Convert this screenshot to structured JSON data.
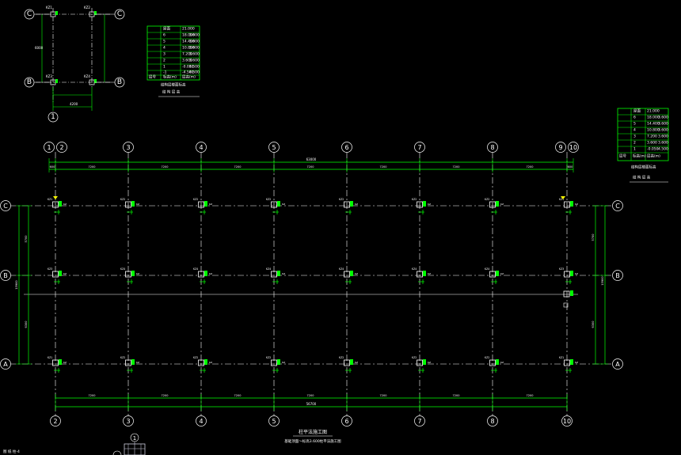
{
  "drawing": {
    "plan_title": "柱平法施工图",
    "plan_subtitle": "基础顶面～标高3.600柱平法施工图",
    "corner_note": "图 纸 柱-4"
  },
  "axes": {
    "top_numbers": [
      "1",
      "2",
      "3",
      "4",
      "5",
      "6",
      "7",
      "8",
      "9",
      "10"
    ],
    "bottom_numbers": [
      "2",
      "3",
      "4",
      "5",
      "6",
      "7",
      "8",
      "10"
    ],
    "rows": [
      "C",
      "B",
      "A"
    ]
  },
  "dims": {
    "top_total": "63000",
    "bottom_total": "56700",
    "top_spans": [
      "600",
      "7200",
      "7200",
      "7200",
      "7200",
      "7200",
      "7200",
      "7200",
      "600"
    ],
    "bottom_spans": [
      "7200",
      "7200",
      "7200",
      "7200",
      "7200",
      "7200",
      "7200"
    ],
    "left_upper": "5700",
    "left_lower": "6300",
    "left_total": "15900",
    "right_upper": "5700",
    "right_total": "15900"
  },
  "detail": {
    "col_labels": [
      "KZ1",
      "KZ2",
      "KZ3",
      "KZ4"
    ],
    "dim_left": "6000",
    "dim_bottom": "4200",
    "axis_top_left": "C",
    "axis_top_right": "C",
    "axis_bottom_left": "B",
    "axis_bottom_right": "B",
    "axis_number": "1"
  },
  "table_left": {
    "header": [
      "层号",
      "标高(m)",
      "层高(m)"
    ],
    "rows": [
      [
        "屋面",
        "21.000",
        ""
      ],
      [
        "6",
        "18.000",
        "3.600"
      ],
      [
        "5",
        "14.400",
        "3.600"
      ],
      [
        "4",
        "10.800",
        "3.600"
      ],
      [
        "3",
        "7.200",
        "3.600"
      ],
      [
        "2",
        "3.600",
        "3.600"
      ],
      [
        "1",
        "-0.050",
        "4.500"
      ],
      [
        "-1",
        "-4.500",
        "4.500"
      ]
    ],
    "footer": "结构层楼面标高",
    "note": "结 构 层 高"
  },
  "table_right": {
    "header": [
      "层号",
      "标高(m)",
      "层高(m)"
    ],
    "rows": [
      [
        "屋面",
        "21.000",
        ""
      ],
      [
        "6",
        "18.000",
        "3.600"
      ],
      [
        "5",
        "14.400",
        "3.600"
      ],
      [
        "4",
        "10.800",
        "3.600"
      ],
      [
        "3",
        "7.200",
        "3.600"
      ],
      [
        "2",
        "3.600",
        "3.600"
      ],
      [
        "1",
        "-0.050",
        "4.500"
      ]
    ],
    "footer": "结构层楼面标高",
    "note": "结 构 层 高"
  },
  "columns": {
    "label": "KZ",
    "row_c": [
      "KZ1",
      "KZ2",
      "KZ2",
      "KZ2",
      "KZ2",
      "KZ2",
      "KZ2",
      "KZ1"
    ],
    "row_b": [
      "KZ3",
      "KZ4",
      "KZ4",
      "KZ4",
      "KZ4",
      "KZ4",
      "KZ4",
      "KZ3"
    ],
    "row_a": [
      "KZ1",
      "KZ2",
      "KZ2",
      "KZ2",
      "KZ2",
      "KZ2",
      "KZ2",
      "KZ1"
    ]
  },
  "colors": {
    "grid": "#ffffff",
    "dim": "#00ff00",
    "column": "#ffffff",
    "marker": "#ffff00",
    "table_border": "#00ff00"
  }
}
